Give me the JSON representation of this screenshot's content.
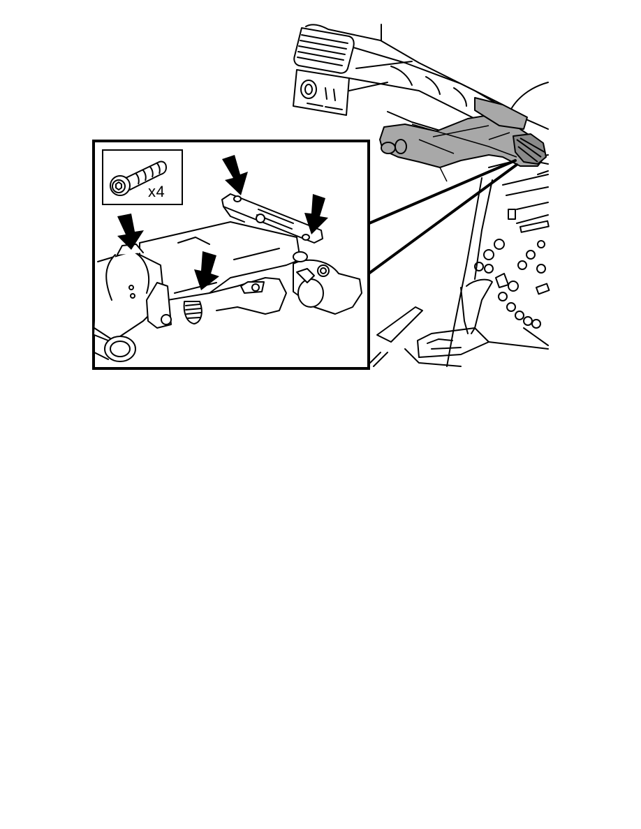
{
  "figure": {
    "type": "service-manual-illustration",
    "subject": "Steering column mounting",
    "overview": {
      "description": "Dashboard with shaded steering column highlighted behind instrument panel, center console with gear selector"
    },
    "callout": {
      "description": "Enlarged view of steering column with four arrows pointing to mounting bolts",
      "arrows_count": 4,
      "fastener_inset": {
        "icon": "torx-bolt-icon",
        "quantity_label": "x4"
      }
    },
    "colors": {
      "line": "#000000",
      "highlight_fill": "#a8a8a8",
      "background": "#ffffff"
    }
  }
}
